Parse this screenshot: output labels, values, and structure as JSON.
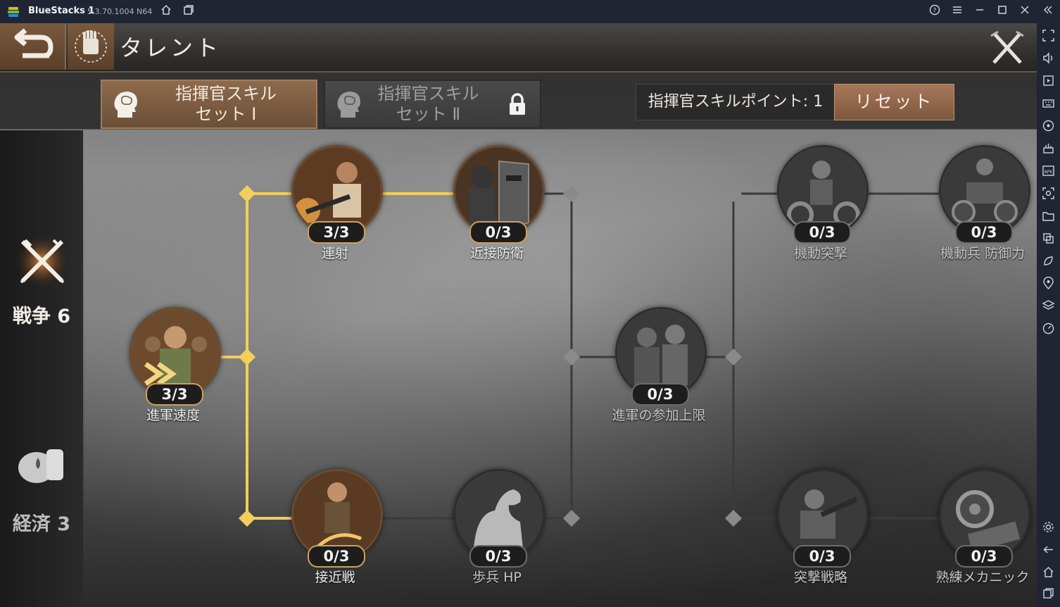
{
  "window": {
    "app_name": "BlueStacks 1",
    "version": "5.3.70.1004 N64"
  },
  "header": {
    "title": "タレント"
  },
  "skill_sets": [
    {
      "label_line1": "指揮官スキル",
      "label_line2": "セット Ⅰ",
      "locked": false
    },
    {
      "label_line1": "指揮官スキル",
      "label_line2": "セット Ⅱ",
      "locked": true
    }
  ],
  "skill_points": {
    "label": "指揮官スキルポイント: 1"
  },
  "reset_button": {
    "label": "リセット"
  },
  "categories": [
    {
      "label": "戦争 6",
      "icon": "crossed-rifles-icon",
      "selected": true
    },
    {
      "label": "経済 3",
      "icon": "resources-icon",
      "selected": false
    }
  ],
  "talents": [
    {
      "id": "march-speed",
      "label": "進軍速度",
      "level": "3/3",
      "active": true
    },
    {
      "id": "rapid-fire",
      "label": "連射",
      "level": "3/3",
      "active": true
    },
    {
      "id": "close-defense",
      "label": "近接防衛",
      "level": "0/3",
      "active": true
    },
    {
      "id": "close-combat",
      "label": "接近戦",
      "level": "0/3",
      "active": true
    },
    {
      "id": "infantry-hp",
      "label": "歩兵 HP",
      "level": "0/3",
      "active": false
    },
    {
      "id": "march-capacity",
      "label": "進軍の参加上限",
      "level": "0/3",
      "active": false
    },
    {
      "id": "mobile-assault",
      "label": "機動突撃",
      "level": "0/3",
      "active": false
    },
    {
      "id": "mobile-defense",
      "label": "機動兵 防御力",
      "level": "0/3",
      "active": false
    },
    {
      "id": "assault-tactics",
      "label": "突撃戦略",
      "level": "0/3",
      "active": false
    },
    {
      "id": "skilled-mechanic",
      "label": "熟練メカニック",
      "level": "0/3",
      "active": false
    }
  ],
  "colors": {
    "accent_gold": "#f2cf5b",
    "brown": "#7e573f",
    "titlebar": "#1f2533"
  }
}
